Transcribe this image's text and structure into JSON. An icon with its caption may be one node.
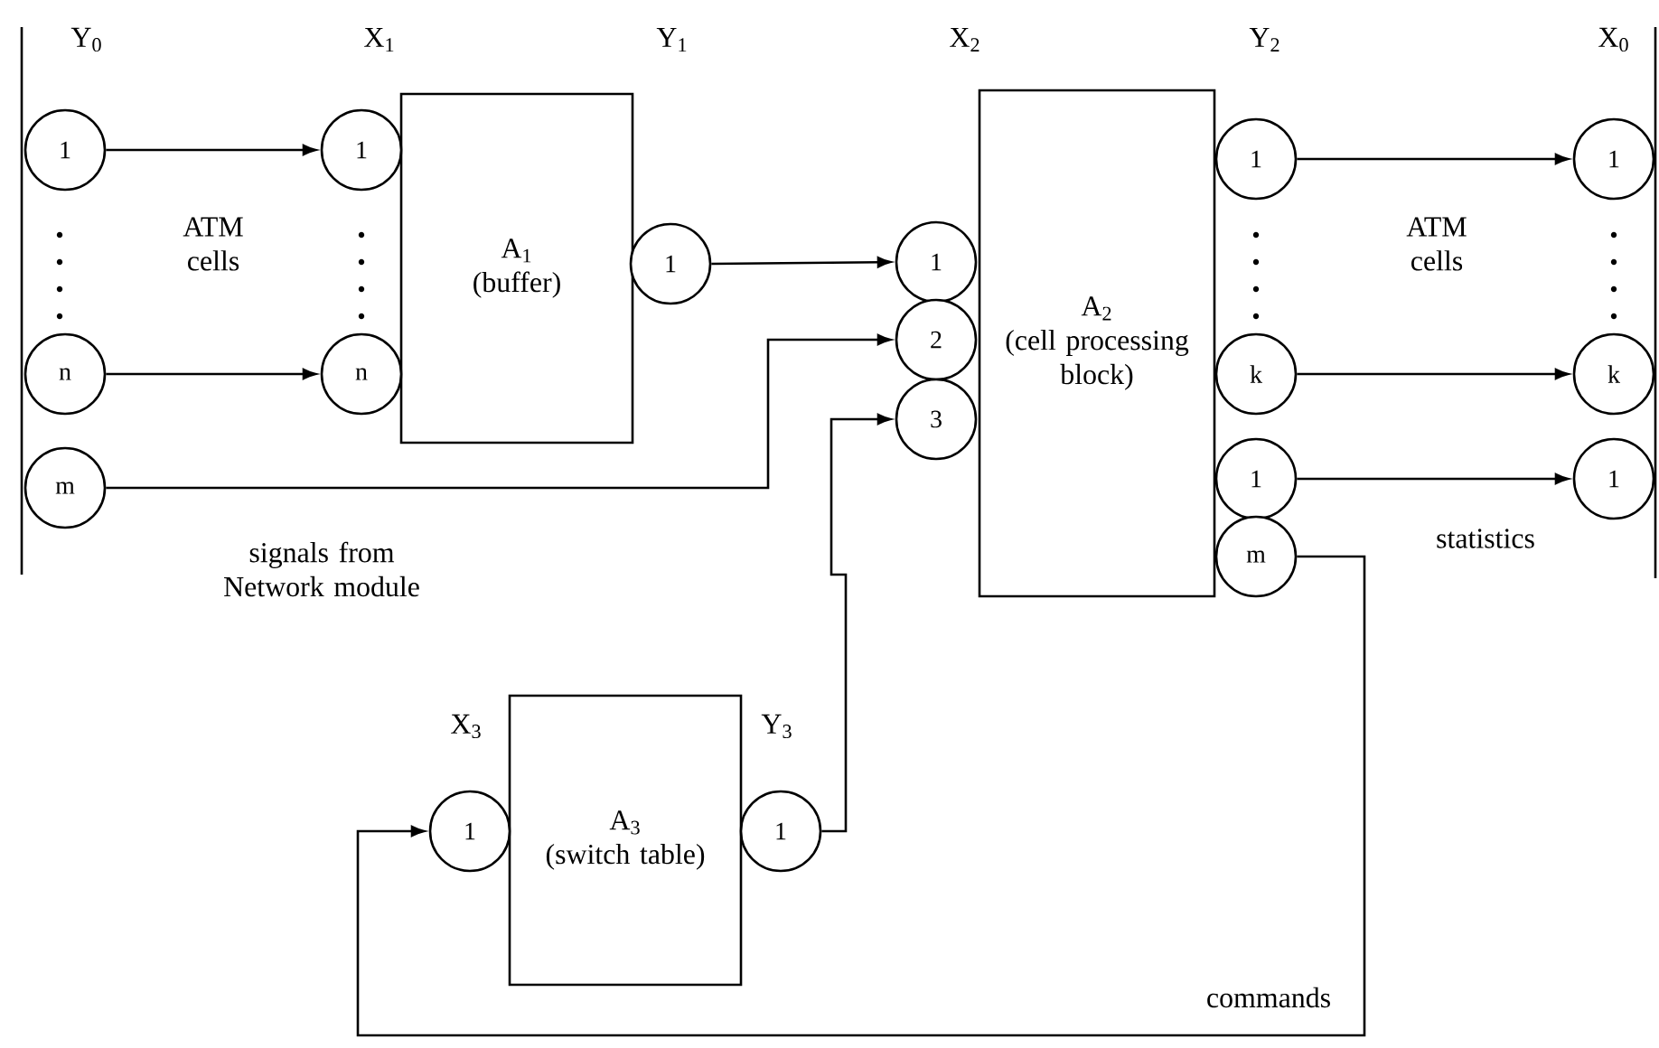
{
  "diagram": {
    "nodes": [
      {
        "text": [
          "A$_{1}$",
          "(buffer)"
        ]
      },
      {
        "text": [
          "A$_{2}$",
          "(cell processing block)"
        ]
      },
      {
        "text": [
          "A$_{3}$",
          "(switch table)"
        ]
      },
      {
        "text": [
          "1"
        ]
      },
      {
        "text": [
          "n"
        ]
      },
      {
        "text": [
          "m"
        ]
      },
      {
        "text": [
          "1"
        ]
      },
      {
        "text": [
          "n"
        ]
      },
      {
        "text": [
          "1"
        ]
      },
      {
        "text": [
          "1"
        ]
      },
      {
        "text": [
          "2"
        ]
      },
      {
        "text": [
          "3"
        ]
      },
      {
        "text": [
          "1"
        ]
      },
      {
        "text": [
          "k"
        ]
      },
      {
        "text": [
          "1"
        ]
      },
      {
        "text": [
          "m"
        ]
      },
      {
        "text": [
          "1"
        ]
      },
      {
        "text": [
          "k"
        ]
      },
      {
        "text": [
          "1"
        ]
      },
      {
        "text": [
          "1"
        ]
      },
      {
        "text": [
          "1"
        ]
      }
    ],
    "edges": [
      {
        "from": 3,
        "to": 6,
        "arrow": "to"
      },
      {
        "from": 4,
        "to": 7,
        "arrow": "to"
      },
      {
        "from": 8,
        "to": 9,
        "arrow": "to"
      },
      {
        "from": 5,
        "to": 10,
        "arrow": "to"
      },
      {
        "from": 20,
        "to": 11,
        "arrow": "to"
      },
      {
        "from": 12,
        "to": 16,
        "arrow": "to"
      },
      {
        "from": 13,
        "to": 17,
        "arrow": "to"
      },
      {
        "from": 14,
        "to": 18,
        "arrow": "to"
      },
      {
        "from": 15,
        "to": 19,
        "arrow": "to"
      }
    ],
    "labels": [
      "Y$_{0}$",
      "X$_{1}$",
      "Y$_{1}$",
      "X$_{2}$",
      "Y$_{2}$",
      "X$_{0}$",
      "ATM cells",
      "ATM cells",
      "signals from Network module",
      "statistics",
      "X$_{3}$",
      "Y$_{3}$",
      "commands"
    ]
  }
}
